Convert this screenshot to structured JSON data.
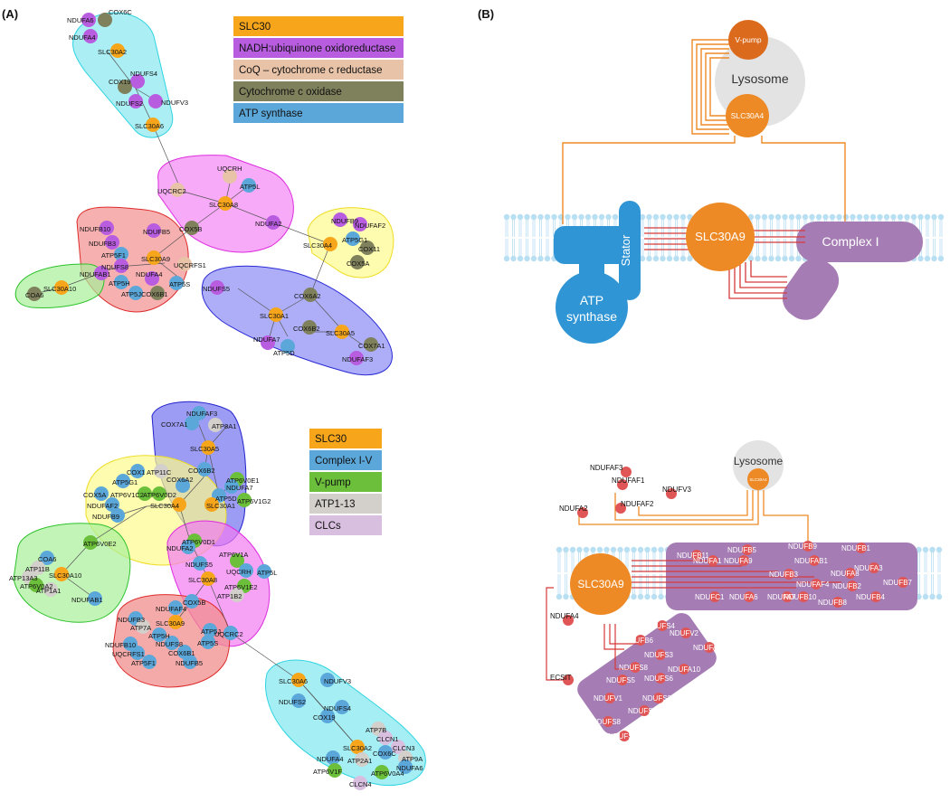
{
  "panel_labels": {
    "a": "(A)",
    "b": "(B)"
  },
  "colors": {
    "slc30": "#f7a61c",
    "nadh": "#b85ce0",
    "coq": "#e8c3a8",
    "cox": "#7f805c",
    "atp": "#5ba7da",
    "complex_iv": "#5ba7da",
    "vpump": "#6bbf3a",
    "atp1_13": "#d3cfcb",
    "clcs": "#d8bfe0",
    "membrane": "#b9dff2",
    "orange": "#ee8a26",
    "purple": "#a57db4",
    "red": "#d63a3a"
  },
  "legend_top": [
    {
      "label": "SLC30",
      "color": "#f7a61c"
    },
    {
      "label": "NADH:ubiquinone oxidoreductase",
      "color": "#b85ce0"
    },
    {
      "label": "CoQ – cytochrome c reductase",
      "color": "#e8c3a8"
    },
    {
      "label": "Cytochrome c oxidase",
      "color": "#7f805c"
    },
    {
      "label": "ATP synthase",
      "color": "#5ba7da"
    }
  ],
  "legend_bottom": [
    {
      "label": "SLC30",
      "color": "#f7a61c"
    },
    {
      "label": "Complex I-V",
      "color": "#5ba7da"
    },
    {
      "label": "V-pump",
      "color": "#6bbf3a"
    },
    {
      "label": "ATP1-13",
      "color": "#d3cfcb"
    },
    {
      "label": "CLCs",
      "color": "#d8bfe0"
    }
  ],
  "network_top_nodes": [
    {
      "id": "NDUFA6",
      "c": "nadh"
    },
    {
      "id": "COX6C",
      "c": "cox"
    },
    {
      "id": "NDUFA4",
      "c": "nadh"
    },
    {
      "id": "SLC30A2",
      "c": "slc30"
    },
    {
      "id": "NDUFS4",
      "c": "nadh"
    },
    {
      "id": "COX19",
      "c": "cox"
    },
    {
      "id": "NDUFS2",
      "c": "nadh"
    },
    {
      "id": "NDUFV3",
      "c": "nadh"
    },
    {
      "id": "SLC30A6",
      "c": "slc30"
    },
    {
      "id": "UQCRH",
      "c": "coq"
    },
    {
      "id": "UQCRC2",
      "c": "coq"
    },
    {
      "id": "ATP5L",
      "c": "atp"
    },
    {
      "id": "SLC30A8",
      "c": "slc30"
    },
    {
      "id": "COX5B",
      "c": "cox"
    },
    {
      "id": "NDUFA2",
      "c": "nadh"
    },
    {
      "id": "NDUFB9",
      "c": "nadh"
    },
    {
      "id": "NDUFAF2",
      "c": "nadh"
    },
    {
      "id": "SLC30A4",
      "c": "slc30"
    },
    {
      "id": "ATP5G1",
      "c": "atp"
    },
    {
      "id": "COX11",
      "c": "cox"
    },
    {
      "id": "COX5A",
      "c": "cox"
    },
    {
      "id": "NDUFB10",
      "c": "nadh"
    },
    {
      "id": "NDUFB5",
      "c": "nadh"
    },
    {
      "id": "NDUFB3",
      "c": "nadh"
    },
    {
      "id": "ATP5F1",
      "c": "atp"
    },
    {
      "id": "SLC30A9",
      "c": "slc30"
    },
    {
      "id": "NDUFS8",
      "c": "nadh"
    },
    {
      "id": "UQCRFS1",
      "c": "coq"
    },
    {
      "id": "NDUFAB1",
      "c": "nadh"
    },
    {
      "id": "NDUFA4_2",
      "label": "NDUFA4",
      "c": "nadh"
    },
    {
      "id": "ATP5H",
      "c": "atp"
    },
    {
      "id": "ATP5S",
      "c": "atp"
    },
    {
      "id": "ATP5J",
      "c": "atp"
    },
    {
      "id": "COX6B1",
      "c": "cox"
    },
    {
      "id": "SLC30A10",
      "c": "slc30"
    },
    {
      "id": "COA6",
      "c": "cox"
    },
    {
      "id": "NDUFS5",
      "c": "nadh"
    },
    {
      "id": "COX6A2",
      "c": "cox"
    },
    {
      "id": "SLC30A1",
      "c": "slc30"
    },
    {
      "id": "COX6B2",
      "c": "cox"
    },
    {
      "id": "SLC30A5",
      "c": "slc30"
    },
    {
      "id": "COX7A1",
      "c": "cox"
    },
    {
      "id": "NDUFA7",
      "c": "nadh"
    },
    {
      "id": "ATP5D",
      "c": "atp"
    },
    {
      "id": "NDUFAF3",
      "c": "nadh"
    }
  ],
  "network_bottom_nodes": [
    {
      "id": "NDUFAF3",
      "c": "complex_iv"
    },
    {
      "id": "COX7A1",
      "c": "complex_iv"
    },
    {
      "id": "ATP8A1",
      "c": "atp1_13"
    },
    {
      "id": "SLC30A5",
      "c": "slc30"
    },
    {
      "id": "COX1",
      "c": "complex_iv"
    },
    {
      "id": "ATP11C",
      "c": "atp1_13"
    },
    {
      "id": "COX6B2",
      "c": "complex_iv"
    },
    {
      "id": "ATP6V0E1",
      "c": "vpump"
    },
    {
      "id": "ATP5G1",
      "c": "complex_iv"
    },
    {
      "id": "COX6A2",
      "c": "complex_iv"
    },
    {
      "id": "NDUFA7",
      "c": "complex_iv"
    },
    {
      "id": "COX5A",
      "c": "complex_iv"
    },
    {
      "id": "ATP6V0D2",
      "c": "vpump"
    },
    {
      "id": "ATP5D",
      "c": "complex_iv"
    },
    {
      "id": "ATP6V1C2",
      "c": "vpump"
    },
    {
      "id": "SLC30A1",
      "c": "slc30"
    },
    {
      "id": "ATP6V1G2",
      "c": "vpump"
    },
    {
      "id": "NDUFAF2",
      "c": "complex_iv"
    },
    {
      "id": "SLC30A4",
      "c": "slc30"
    },
    {
      "id": "NDUFB9",
      "c": "complex_iv"
    },
    {
      "id": "ATP6V0D1",
      "c": "vpump"
    },
    {
      "id": "NDUFA2",
      "c": "complex_iv"
    },
    {
      "id": "ATP6V0E2",
      "c": "vpump"
    },
    {
      "id": "NDUFS5",
      "c": "complex_iv"
    },
    {
      "id": "ATP6V1A",
      "c": "vpump"
    },
    {
      "id": "UQCRH",
      "c": "complex_iv"
    },
    {
      "id": "ATP5L",
      "c": "complex_iv"
    },
    {
      "id": "SLC30A8",
      "c": "slc30"
    },
    {
      "id": "ATP6V1E2",
      "c": "vpump"
    },
    {
      "id": "ATP1B2",
      "c": "atp1_13"
    },
    {
      "id": "COA6",
      "c": "complex_iv"
    },
    {
      "id": "ATP11B",
      "c": "atp1_13"
    },
    {
      "id": "SLC30A10",
      "c": "slc30"
    },
    {
      "id": "ATP13A3",
      "c": "atp1_13"
    },
    {
      "id": "ATP6V0A2",
      "c": "vpump"
    },
    {
      "id": "ATP1A1",
      "c": "atp1_13"
    },
    {
      "id": "NDUFAB1",
      "c": "complex_iv"
    },
    {
      "id": "COX5B",
      "c": "complex_iv"
    },
    {
      "id": "NDUFAF4",
      "c": "complex_iv"
    },
    {
      "id": "NDUFB3",
      "c": "complex_iv"
    },
    {
      "id": "SLC30A9",
      "c": "slc30"
    },
    {
      "id": "ATP7A",
      "c": "atp1_13"
    },
    {
      "id": "ATP5H",
      "c": "complex_iv"
    },
    {
      "id": "ATP5J",
      "c": "complex_iv"
    },
    {
      "id": "NDUFB10",
      "c": "complex_iv"
    },
    {
      "id": "NDUFS8",
      "c": "complex_iv"
    },
    {
      "id": "ATP5S",
      "c": "complex_iv"
    },
    {
      "id": "UQCRFS1",
      "c": "complex_iv"
    },
    {
      "id": "COX6B1",
      "c": "complex_iv"
    },
    {
      "id": "UQCRC2",
      "c": "complex_iv"
    },
    {
      "id": "ATP5F1",
      "c": "complex_iv"
    },
    {
      "id": "NDUFB5",
      "c": "complex_iv"
    },
    {
      "id": "SLC30A6",
      "c": "slc30"
    },
    {
      "id": "NDUFV3",
      "c": "complex_iv"
    },
    {
      "id": "NDUFS2",
      "c": "complex_iv"
    },
    {
      "id": "NDUFS4",
      "c": "complex_iv"
    },
    {
      "id": "COX19",
      "c": "complex_iv"
    },
    {
      "id": "ATP7B",
      "c": "atp1_13"
    },
    {
      "id": "CLCN1",
      "c": "clcs"
    },
    {
      "id": "CLCN3",
      "c": "clcs"
    },
    {
      "id": "SLC30A2",
      "c": "slc30"
    },
    {
      "id": "COX6C",
      "c": "complex_iv"
    },
    {
      "id": "ATP9A",
      "c": "atp1_13"
    },
    {
      "id": "NDUFA4",
      "c": "complex_iv"
    },
    {
      "id": "ATP2A1",
      "c": "atp1_13"
    },
    {
      "id": "NDUFA6",
      "c": "complex_iv"
    },
    {
      "id": "ATP6V1F",
      "c": "vpump"
    },
    {
      "id": "ATP6V0A4",
      "c": "vpump"
    },
    {
      "id": "CLCN4",
      "c": "clcs"
    }
  ],
  "diagram_b_top": {
    "vpump": "V-pump",
    "lysosome": "Lysosome",
    "slc30a4": "SLC30A4",
    "stator": "Stator",
    "slc30a9": "SLC30A9",
    "complex1": "Complex I",
    "atp_synthase_1": "ATP",
    "atp_synthase_2": "synthase"
  },
  "diagram_b_bottom": {
    "lysosome": "Lysosome",
    "slc30a4_small": "SLC30A4",
    "slc30a9": "SLC30A9",
    "free_nodes": [
      "NDUFAF3",
      "NDUFAF1",
      "NDUFV3",
      "NDUFAF2",
      "NDUFA2",
      "NDUFA4",
      "ECSIT"
    ],
    "complex_nodes": [
      "NDUFB11",
      "NDUFB5",
      "NDUFB9",
      "NDUFB1",
      "NDUFA1",
      "NDUFA9",
      "NDUFAB1",
      "NDUFA3",
      "NDUFB3",
      "NDUFAF4",
      "NDUFA8",
      "NDUFB7",
      "NDUFB2",
      "NDUFC1",
      "NDUFA6",
      "NDUFA7",
      "NDUFB10",
      "NDUFB8",
      "NDUFB4"
    ],
    "arm_nodes": [
      "NDUFS4",
      "NDUFV2",
      "NDUFB6",
      "NDUFA5",
      "NDUFS3",
      "NDUFS8",
      "NDUFA10",
      "NDUFS5",
      "NDUFS6",
      "NDUFV1",
      "NDUFS2",
      "NDUFS1",
      "NDUFS8",
      "NDUFS7"
    ]
  }
}
